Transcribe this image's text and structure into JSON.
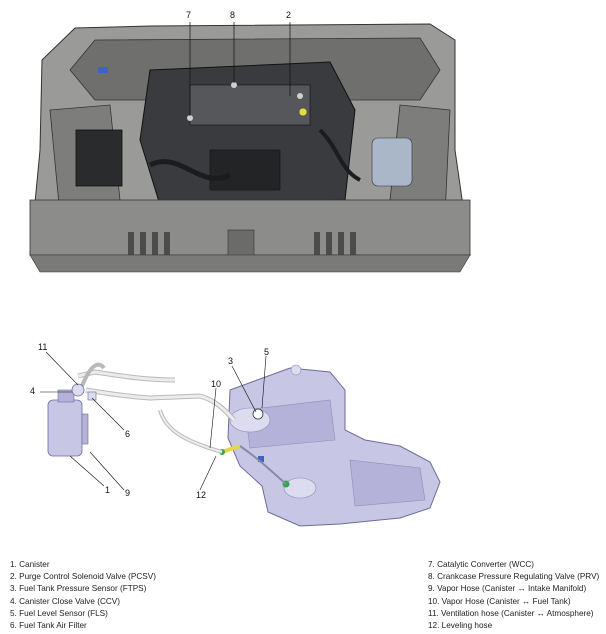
{
  "engine_callouts": [
    "7",
    "8",
    "2"
  ],
  "system_callouts": [
    "11",
    "4",
    "3",
    "5",
    "10",
    "6",
    "1",
    "9",
    "12"
  ],
  "legend_left": [
    "1. Canister",
    "2. Purge Control Solenoid Valve (PCSV)",
    "3. Fuel Tank Pressure Sensor (FTPS)",
    "4. Canister Close Valve (CCV)",
    "5. Fuel Level Sensor (FLS)",
    "6. Fuel Tank Air Filter"
  ],
  "legend_right": [
    "7. Catalytic Converter (WCC)",
    "8. Crankcase Pressure Regulating Valve (PRV)",
    "9. Vapor Hose (Canister ↔ Intake Manifold)",
    "10. Vapor Hose (Canister ↔ Fuel Tank)",
    "11. Ventilation hose (Canister ↔ Atmosphere)",
    "12. Leveling hose"
  ],
  "colors": {
    "body_paint": "#8c8d8b",
    "engine_dark": "#2f3032",
    "tank": "#c7c6e4",
    "tank_dark": "#8f8cb8",
    "coolant": "#a9b7c9",
    "hose_yellow": "#e2d84a",
    "connector_green": "#2fa84a",
    "connector_blue": "#3b63c9"
  }
}
